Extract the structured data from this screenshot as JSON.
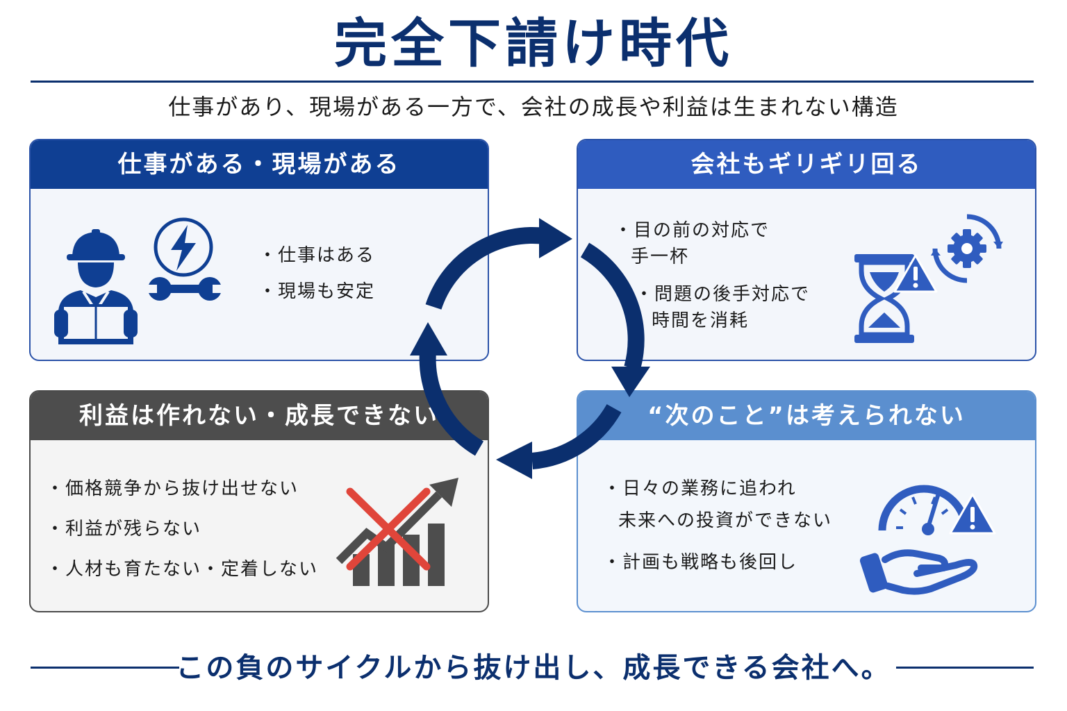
{
  "title": "完全下請け時代",
  "subtitle": "仕事があり、現場がある一方で、会社の成長や利益は生まれない構造",
  "colors": {
    "navy": "#0b2f6e",
    "blue": "#2f5cbf",
    "light_blue": "#5b8fcf",
    "gray": "#4d4d4d",
    "red": "#e0453a"
  },
  "boxes": {
    "top_left": {
      "header": "仕事がある・現場がある",
      "bullets": [
        "・仕事はある",
        "・現場も安定"
      ],
      "icons": [
        "worker-icon",
        "lightning-icon",
        "wrench-icon"
      ]
    },
    "top_right": {
      "header": "会社もギリギリ回る",
      "bullets": [
        "・目の前の対応で",
        "手一杯",
        "・問題の後手対応で",
        "時間を消耗"
      ],
      "icons": [
        "hourglass-icon",
        "warning-icon",
        "gear-cycle-icon"
      ]
    },
    "bottom_left": {
      "header": "利益は作れない・成長できない",
      "bullets": [
        "・価格競争から抜け出せない",
        "・利益が残らない",
        "・人材も育たない・定着しない"
      ],
      "icons": [
        "growth-chart-icon",
        "cross-icon"
      ]
    },
    "bottom_right": {
      "header": "“次のこと”は考えられない",
      "bullets": [
        "・日々の業務に追われ",
        "未来への投資ができない",
        "・計画も戦略も後回し"
      ],
      "icons": [
        "gauge-icon",
        "warning-icon",
        "hand-icon"
      ]
    }
  },
  "footer": "この負のサイクルから抜け出し、成長できる会社へ。"
}
